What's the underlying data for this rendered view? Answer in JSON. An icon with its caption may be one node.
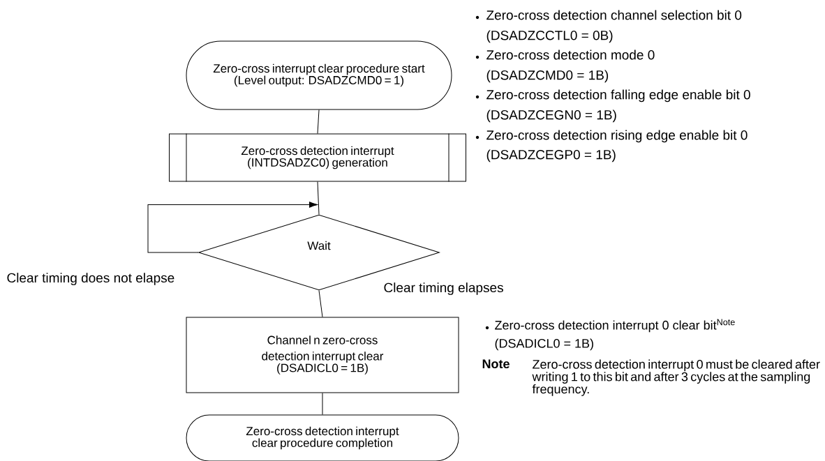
{
  "diagram": {
    "nodes": [
      {
        "text": [
          "Zero-cross interrupt clear procedure start",
          "(Level output: DSADZCMD0 = 1)"
        ]
      },
      {
        "text": [
          "Zero-cross detection interrupt (INTDSADZC0) generation"
        ]
      },
      {
        "text": [
          "Wait"
        ]
      },
      {
        "text": [
          "Channel n zero-cross detection interrupt clear",
          "(DSADICL0 = 1B)"
        ]
      },
      {
        "text": [
          "Zero-cross detection interrupt clear procedure completion"
        ]
      }
    ],
    "edges": [
      {
        "from": 0,
        "to": 1,
        "arrow": "none"
      },
      {
        "from": 1,
        "to": 2,
        "arrow": "none"
      },
      {
        "from": 2,
        "to": 2,
        "arrow": "to",
        "label": "Clear timing does not elapse"
      },
      {
        "from": 2,
        "to": 3,
        "arrow": "none",
        "label": "Clear timing elapses"
      },
      {
        "from": 3,
        "to": 4,
        "arrow": "none"
      }
    ],
    "labels": [
      "Zero-cross detection channel selection bit 0",
      "(DSADZCCTL0 = 0B)",
      "Zero-cross detection mode 0",
      "(DSADZCMD0 = 1B)",
      "Zero-cross detection falling edge enable bit 0",
      "(DSADZCEGN0 = 1B)",
      "Zero-cross detection rising edge enable bit 0",
      "(DSADZCEGP0 = 1B)",
      "Zero-cross detection interrupt 0 clear bit$^{Note}$",
      "(DSADICL0 = 1B)",
      "Note",
      "Zero-cross detection interrupt 0 must be cleared after writing 1 to this bit and after 3 cycles at the sampling frequency."
    ]
  }
}
